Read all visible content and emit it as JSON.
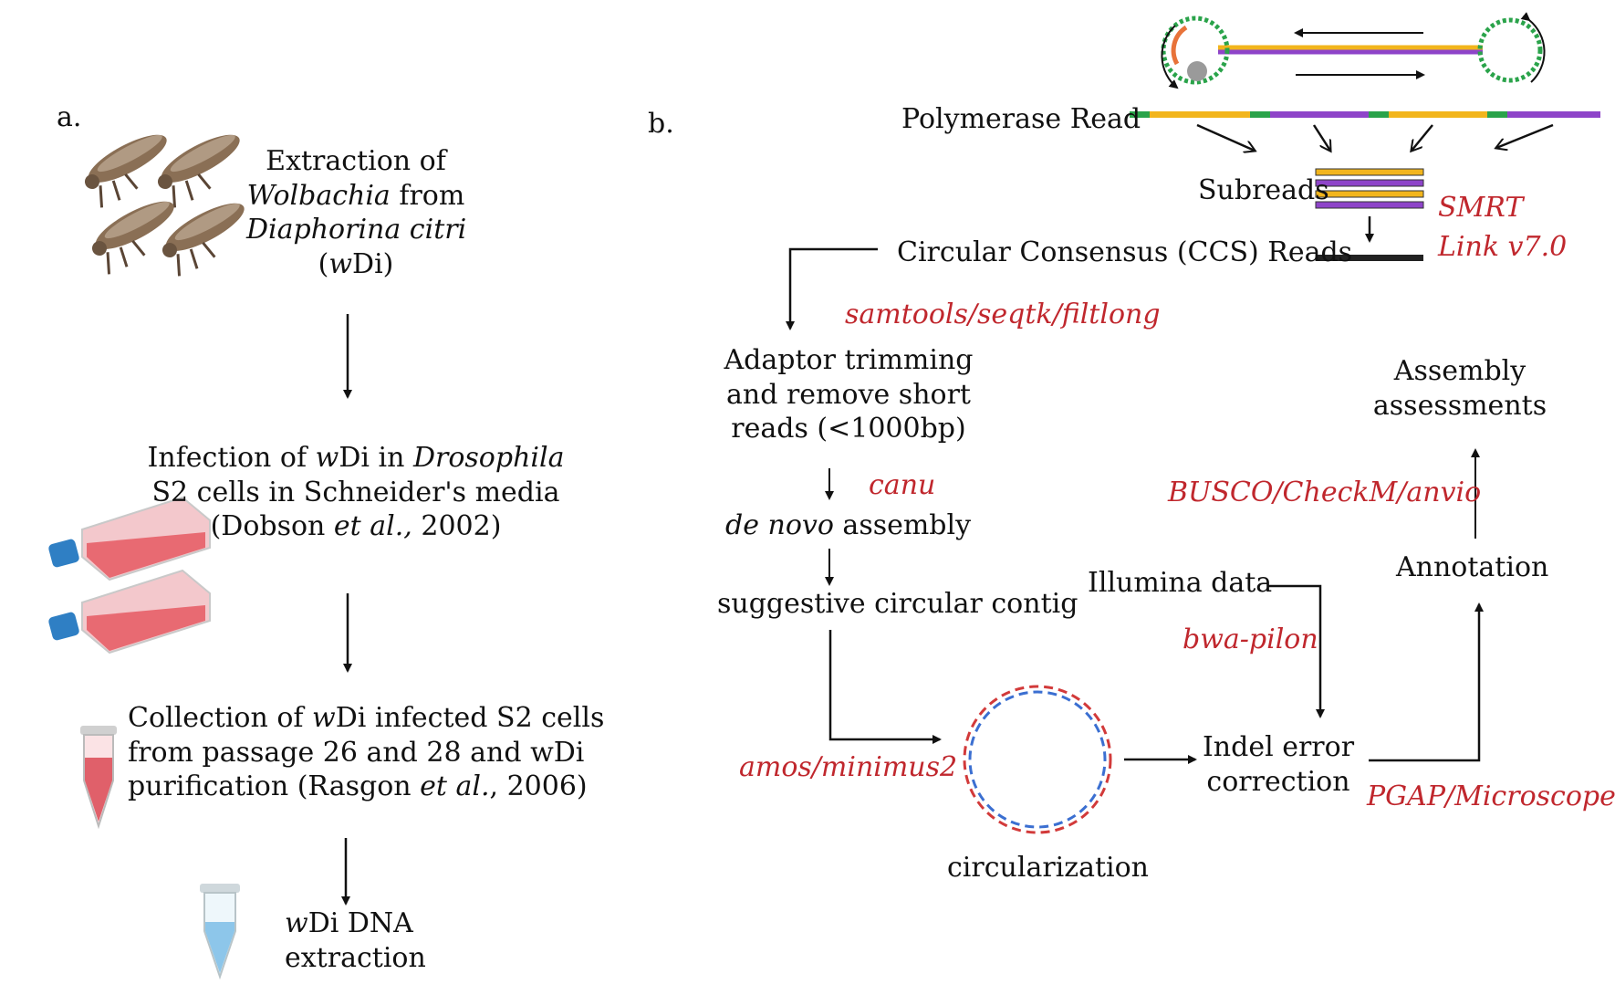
{
  "panel_a": {
    "label": "a.",
    "step1": {
      "l1": "Extraction of",
      "l2_i": "Wolbachia",
      "l2_r": " from",
      "l3_i": "Diaphorina citri",
      "l4_a": "(",
      "l4_i": "w",
      "l4_b": "Di)"
    },
    "step2": {
      "l1_a": "Infection of ",
      "l1_i": "w",
      "l1_b": "Di in ",
      "l1_i2": "Drosophila",
      "l2": "S2 cells in Schneider's media",
      "l3_a": "(Dobson ",
      "l3_i": "et al.,",
      "l3_b": " 2002)"
    },
    "step3": {
      "l1_a": "Collection of ",
      "l1_i": "w",
      "l1_b": "Di infected S2 cells",
      "l2": "from passage 26 and 28 and wDi",
      "l3_a": "purification (Rasgon ",
      "l3_i": "et al.",
      "l3_b": ", 2006)"
    },
    "step4": {
      "l1_i": "w",
      "l1_b": "Di DNA",
      "l2": "extraction"
    }
  },
  "panel_b": {
    "label": "b.",
    "polymerase_read": "Polymerase Read",
    "subreads": "Subreads",
    "smrt_l1": "SMRT",
    "smrt_l2": "Link v7.0",
    "ccs": "Circular Consensus (CCS) Reads",
    "tools1": "samtools/seqtk/filtlong",
    "adaptor_l1": "Adaptor trimming",
    "adaptor_l2": "and remove short",
    "adaptor_l3": "reads (<1000bp)",
    "canu": "canu",
    "denovo_i": "de novo",
    "denovo_r": " assembly",
    "suggestive": "suggestive circular contig",
    "amos": "amos/minimus2",
    "circularization": "circularization",
    "illumina": "Illumina data",
    "bwa": "bwa-pilon",
    "indel_l1": "Indel error",
    "indel_l2": "correction",
    "pgap": "PGAP/Microscope",
    "annotation": "Annotation",
    "busco": "BUSCO/CheckM/anvio",
    "assess_l1": "Assembly",
    "assess_l2": "assessments"
  },
  "colors": {
    "tool_red": "#c0272d",
    "read_yellow": "#f2b51c",
    "read_purple": "#8e44c9",
    "adapter_green": "#2aa34a",
    "flask_pink": "#e86a72",
    "cap_blue": "#2f7fc4",
    "dna_red": "#d23a3a",
    "dna_blue": "#3b6fd1"
  }
}
